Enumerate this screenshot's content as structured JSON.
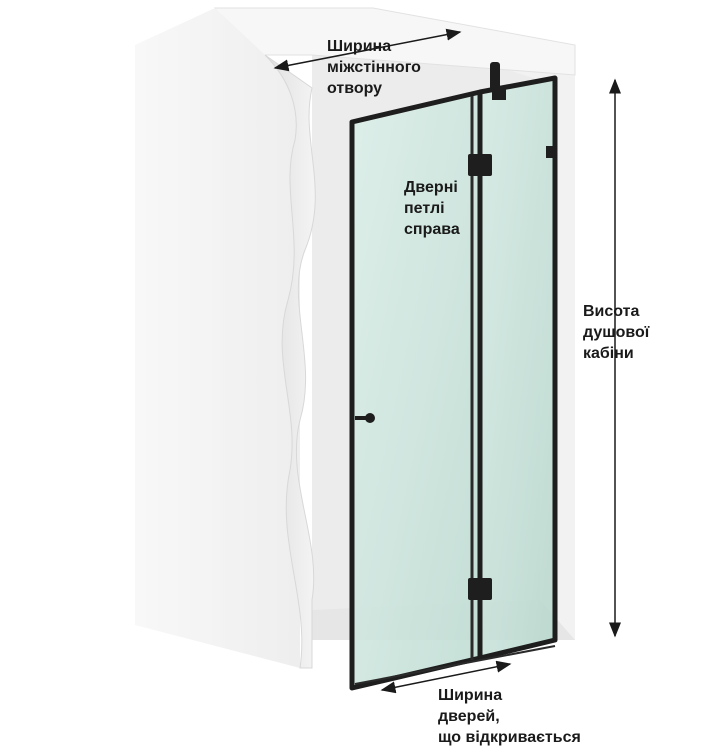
{
  "labels": {
    "opening_width": [
      "Ширина",
      "міжстінного",
      "отвору"
    ],
    "door_hinges": [
      "Дверні",
      "петлі",
      "справа"
    ],
    "cabin_height": [
      "Висота",
      "душової",
      "кабіни"
    ],
    "door_width": [
      "Ширина",
      "дверей,",
      "що відкривається"
    ]
  },
  "colors": {
    "wall": "#f6f6f6",
    "wall_shadow": "#e4e4e4",
    "glass": "#cfe6df",
    "frame": "#1e1e1e",
    "arrow": "#1a1a1a"
  }
}
